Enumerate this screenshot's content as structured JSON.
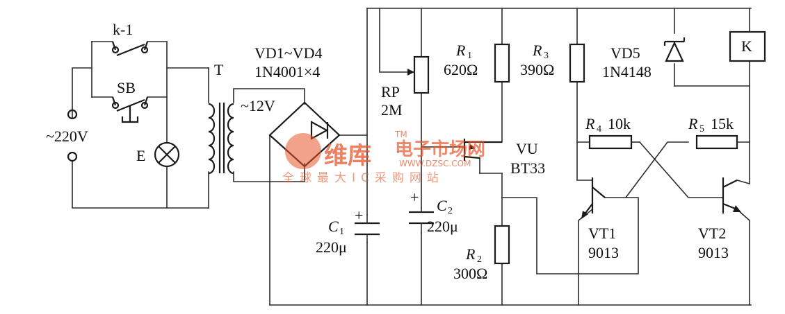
{
  "labels": {
    "k1": "k-1",
    "sb": "SB",
    "ac_mains": "~220V",
    "lamp": "E",
    "transformer": "T",
    "secondary_voltage": "~12V",
    "bridge_name": "VD1~VD4",
    "bridge_part": "1N4001×4",
    "rp_name": "RP",
    "rp_value": "2M",
    "r1_name": "R",
    "r1_sub": "1",
    "r1_value": "620Ω",
    "r3_name": "R",
    "r3_sub": "3",
    "r3_value": "390Ω",
    "vd5_name": "VD5",
    "vd5_part": "1N4148",
    "relay": "K",
    "r4_name": "R",
    "r4_sub": "4",
    "r4_value": "10k",
    "r5_name": "R",
    "r5_sub": "5",
    "r5_value": "15k",
    "vu_name": "VU",
    "vu_part": "BT33",
    "c2_name": "C",
    "c2_sub": "2",
    "c2_value": "220μ",
    "c1_name": "C",
    "c1_sub": "1",
    "c1_value": "220μ",
    "r2_name": "R",
    "r2_sub": "2",
    "r2_value": "300Ω",
    "vt1_name": "VT1",
    "vt1_part": "9013",
    "vt2_name": "VT2",
    "vt2_part": "9013",
    "plus": "+"
  },
  "watermark": {
    "brand": "维库",
    "site_name": "电子市场网",
    "url": "WWW.DZSC.COM",
    "slogan": "全球最大IC采购网站",
    "tm": "TM",
    "color": "#e8542a"
  }
}
